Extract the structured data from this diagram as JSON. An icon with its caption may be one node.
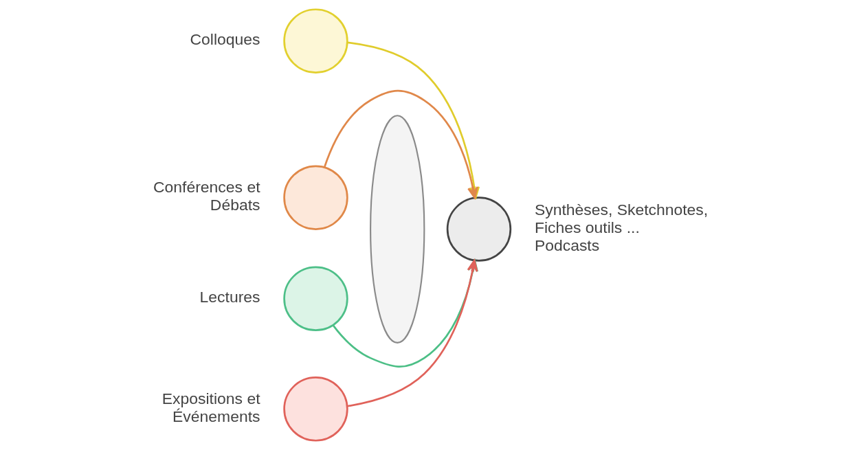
{
  "diagram": {
    "nodes": [
      {
        "text": [],
        "shape": "circle",
        "beside": [
          "Colloques"
        ]
      },
      {
        "text": [],
        "shape": "circle",
        "beside": [
          "Conférences et Débats"
        ]
      },
      {
        "text": [],
        "shape": "circle",
        "beside": [
          "Lectures"
        ]
      },
      {
        "text": [],
        "shape": "circle",
        "beside": [
          "Expositions et Événements"
        ]
      },
      {
        "text": [],
        "shape": "lens"
      },
      {
        "text": [],
        "shape": "circle",
        "beside": [
          "Synthèses, Sketchnotes, Fiches outils ... Podcasts"
        ]
      }
    ],
    "edges": [
      {
        "from": 0,
        "to": 5,
        "arrow": "to",
        "color": "#e0cc2c"
      },
      {
        "from": 1,
        "to": 5,
        "arrow": "to",
        "color": "#e0884a"
      },
      {
        "from": 2,
        "to": 5,
        "arrow": "to",
        "color": "#4cbf86"
      },
      {
        "from": 3,
        "to": 5,
        "arrow": "to",
        "color": "#e0625a"
      }
    ]
  }
}
